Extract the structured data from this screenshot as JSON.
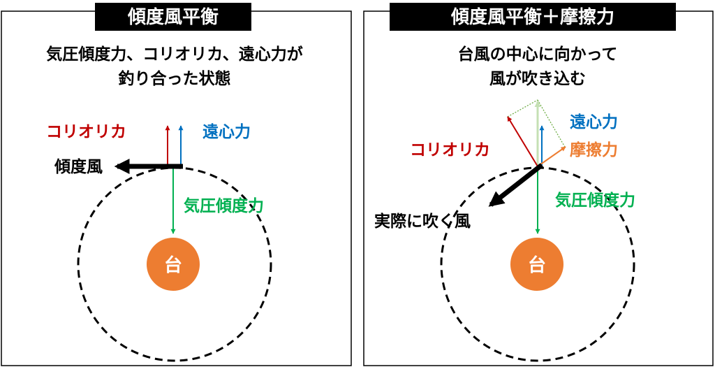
{
  "colors": {
    "coriolis": "#c00000",
    "centrifugal": "#0070c0",
    "pressure": "#00b050",
    "friction": "#ed7d31",
    "wind": "#000000",
    "typhoon": "#ed7d31",
    "resultant": "#a9d18e"
  },
  "left_panel": {
    "title": "傾度風平衡",
    "description_line1": "気圧傾度力、コリオリカ、遠心力が",
    "description_line2": "釣り合った状態",
    "label_coriolis": "コリオリカ",
    "label_centrifugal": "遠心力",
    "label_wind": "傾度風",
    "label_pressure": "気圧傾度力",
    "center_label": "台"
  },
  "right_panel": {
    "title": "傾度風平衡＋摩擦力",
    "description_line1": "台風の中心に向かって",
    "description_line2": "風が吹き込む",
    "label_centrifugal": "遠心力",
    "label_coriolis": "コリオリカ",
    "label_friction": "摩擦力",
    "label_pressure": "気圧傾度力",
    "label_wind": "実際に吹く風",
    "center_label": "台"
  }
}
